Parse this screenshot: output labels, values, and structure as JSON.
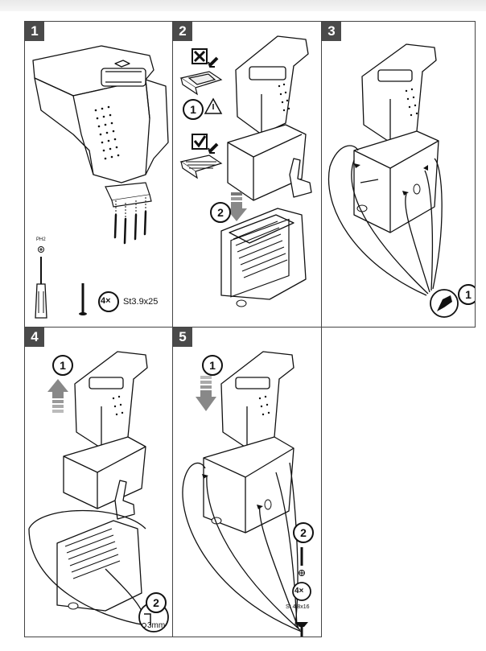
{
  "steps": [
    {
      "number": "1",
      "labels": {
        "tool_tip": "PH2",
        "count": "4×",
        "screw_spec": "St3.9x25"
      }
    },
    {
      "number": "2",
      "labels": {
        "sub1": "1",
        "sub2": "2"
      }
    },
    {
      "number": "3",
      "labels": {
        "sub1": "1"
      }
    },
    {
      "number": "4",
      "labels": {
        "sub1": "1",
        "sub2": "2",
        "gap": "3mm"
      }
    },
    {
      "number": "5",
      "labels": {
        "sub1": "1",
        "sub2": "2",
        "count": "4×",
        "screw_spec": "St 4,8x16"
      }
    }
  ]
}
